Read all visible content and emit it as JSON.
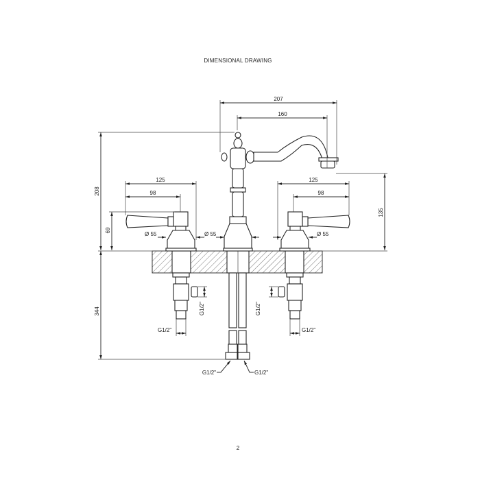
{
  "title": "DIMENSIONAL DRAWING",
  "page_number": "2",
  "dimensions": {
    "overall_reach": "207",
    "spout_reach": "160",
    "total_height": "208",
    "spout_height": "135",
    "handle_span_left": "125",
    "handle_lever_left": "98",
    "handle_span_right": "125",
    "handle_lever_right": "98",
    "handle_height": "69",
    "base_diameter_left": "Ø 55",
    "base_diameter_center": "Ø 55",
    "base_diameter_right": "Ø 55",
    "below_deck_length": "344",
    "outlet_left": "G1/2\"",
    "outlet_right": "G1/2\"",
    "inlet_left": "G1/2\"",
    "inlet_right": "G1/2\"",
    "hose_left": "G1/2\"",
    "hose_right": "G1/2\""
  }
}
